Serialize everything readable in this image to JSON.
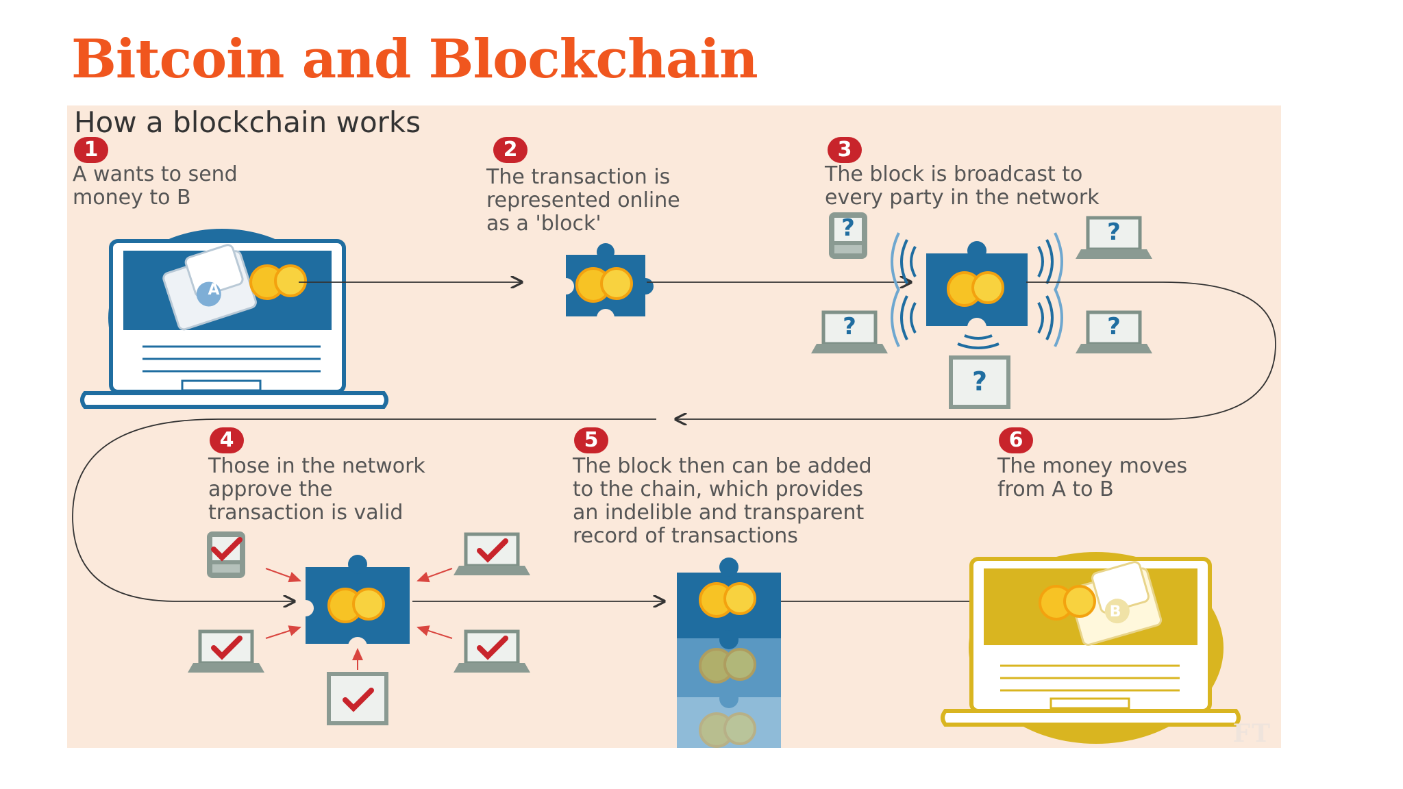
{
  "slide": {
    "title": "Bitcoin and Blockchain"
  },
  "diagram": {
    "heading": "How a blockchain works",
    "steps": [
      {
        "number": "1",
        "text": "A wants to send\nmoney to B"
      },
      {
        "number": "2",
        "text": "The transaction is\nrepresented online\nas a 'block'"
      },
      {
        "number": "3",
        "text": "The block is broadcast to\nevery party in the network"
      },
      {
        "number": "4",
        "text": "Those in the network\napprove the\ntransaction is valid"
      },
      {
        "number": "5",
        "text": "The block then can be added\nto the chain, which provides\nan indelible and transparent\nrecord of transactions"
      },
      {
        "number": "6",
        "text": "The money moves\nfrom A to B"
      }
    ],
    "wallet_a_label": "A",
    "wallet_b_label": "B",
    "unknown_mark": "?",
    "watermark": "FT",
    "colors": {
      "title": "#f0561e",
      "panel": "#fbe9db",
      "blue": "#1f6da0",
      "gold": "#d9b520",
      "red": "#c8242b",
      "gray_device": "#8a9a92"
    }
  }
}
